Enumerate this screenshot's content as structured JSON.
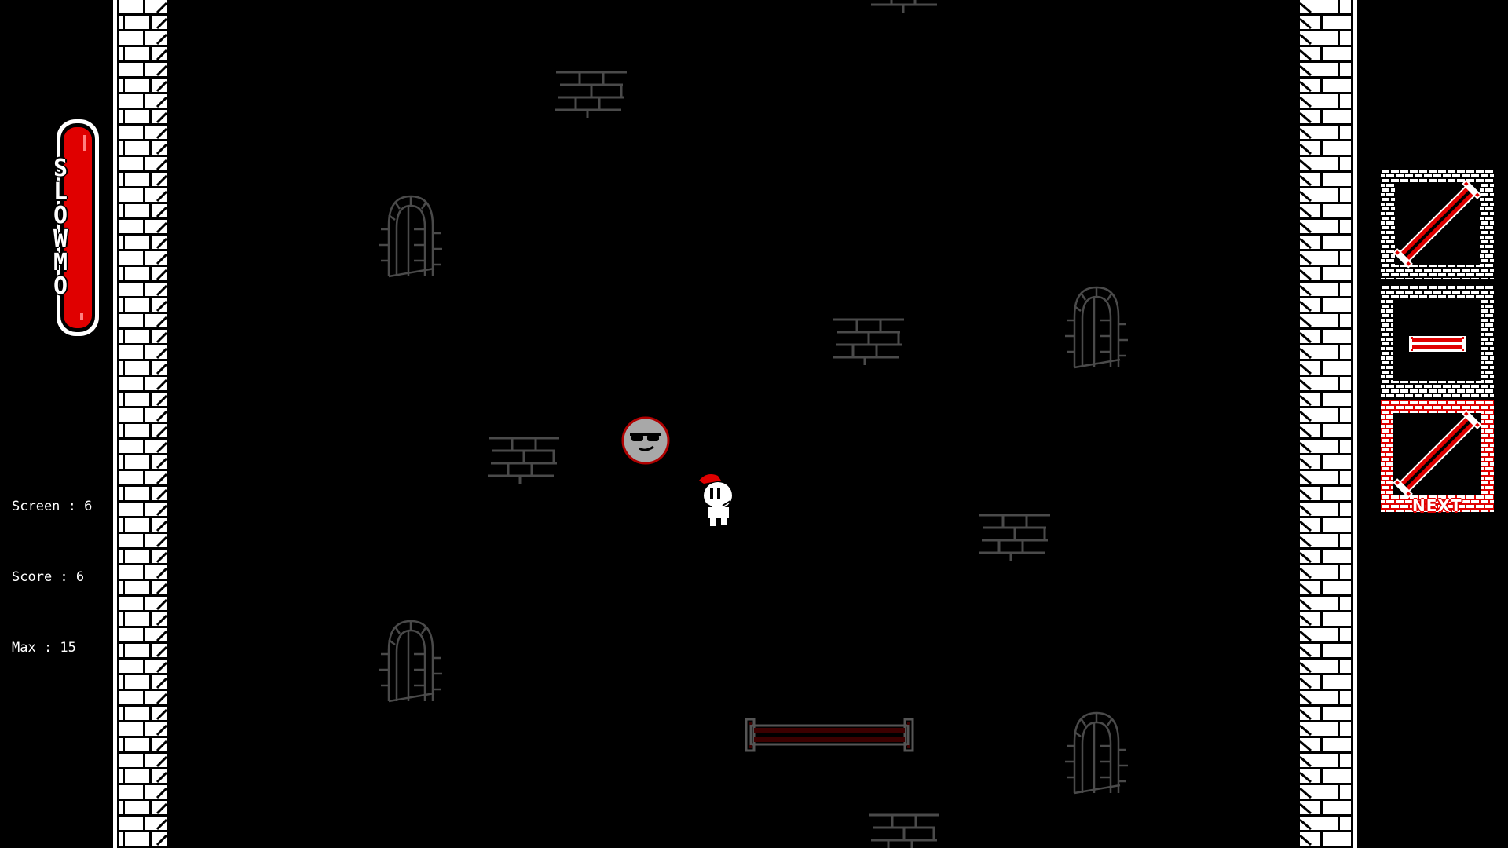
{
  "hud": {
    "powerup": {
      "label": "SLOWMO",
      "letters": [
        "S",
        "L",
        "O",
        "W",
        "M",
        "O"
      ],
      "fill_color": "#e00000"
    },
    "stats": {
      "screen": "Screen : 6",
      "score": "Score : 6",
      "max": "Max : 15"
    }
  },
  "queue": {
    "next_label": "NEXT",
    "items": [
      {
        "type": "diagonal-platform",
        "frame": "white"
      },
      {
        "type": "horizontal-platform",
        "frame": "white"
      },
      {
        "type": "diagonal-platform",
        "frame": "red",
        "is_next": true
      }
    ]
  },
  "scene": {
    "enemy": {
      "type": "sunglasses-ball"
    },
    "player": {
      "type": "ghost-with-red-hat"
    },
    "platform": {
      "type": "horizontal-platform",
      "state": "dim"
    },
    "colors": {
      "wall": "#ffffff",
      "background": "#000000",
      "accent": "#e00000",
      "dim": "#4a4a4a",
      "dark_red": "#3c0000"
    }
  }
}
